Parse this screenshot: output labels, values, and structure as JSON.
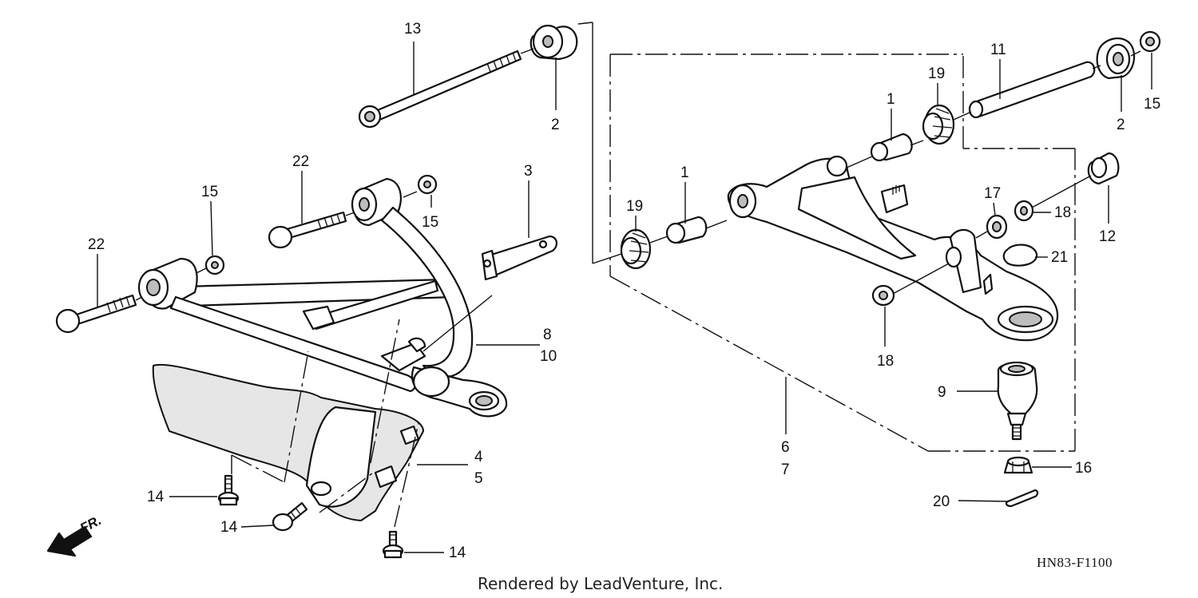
{
  "diagram": {
    "code": "HN83-F1100",
    "credit": "Rendered by LeadVenture, Inc.",
    "direction_label": "FR.",
    "callouts": [
      {
        "id": "c13",
        "text": "13"
      },
      {
        "id": "c2a",
        "text": "2"
      },
      {
        "id": "c22a",
        "text": "22"
      },
      {
        "id": "c15a",
        "text": "15"
      },
      {
        "id": "c15b",
        "text": "15"
      },
      {
        "id": "c3",
        "text": "3"
      },
      {
        "id": "c22b",
        "text": "22"
      },
      {
        "id": "c8",
        "text": "8"
      },
      {
        "id": "c10",
        "text": "10"
      },
      {
        "id": "c4",
        "text": "4"
      },
      {
        "id": "c5",
        "text": "5"
      },
      {
        "id": "c14a",
        "text": "14"
      },
      {
        "id": "c14b",
        "text": "14"
      },
      {
        "id": "c14c",
        "text": "14"
      },
      {
        "id": "c11",
        "text": "11"
      },
      {
        "id": "c2b",
        "text": "2"
      },
      {
        "id": "c15c",
        "text": "15"
      },
      {
        "id": "c19a",
        "text": "19"
      },
      {
        "id": "c1a",
        "text": "1"
      },
      {
        "id": "c1b",
        "text": "1"
      },
      {
        "id": "c19b",
        "text": "19"
      },
      {
        "id": "c17",
        "text": "17"
      },
      {
        "id": "c18a",
        "text": "18"
      },
      {
        "id": "c12",
        "text": "12"
      },
      {
        "id": "c21",
        "text": "21"
      },
      {
        "id": "c18b",
        "text": "18"
      },
      {
        "id": "c9",
        "text": "9"
      },
      {
        "id": "c6",
        "text": "6"
      },
      {
        "id": "c7",
        "text": "7"
      },
      {
        "id": "c16",
        "text": "16"
      },
      {
        "id": "c20",
        "text": "20"
      }
    ]
  }
}
